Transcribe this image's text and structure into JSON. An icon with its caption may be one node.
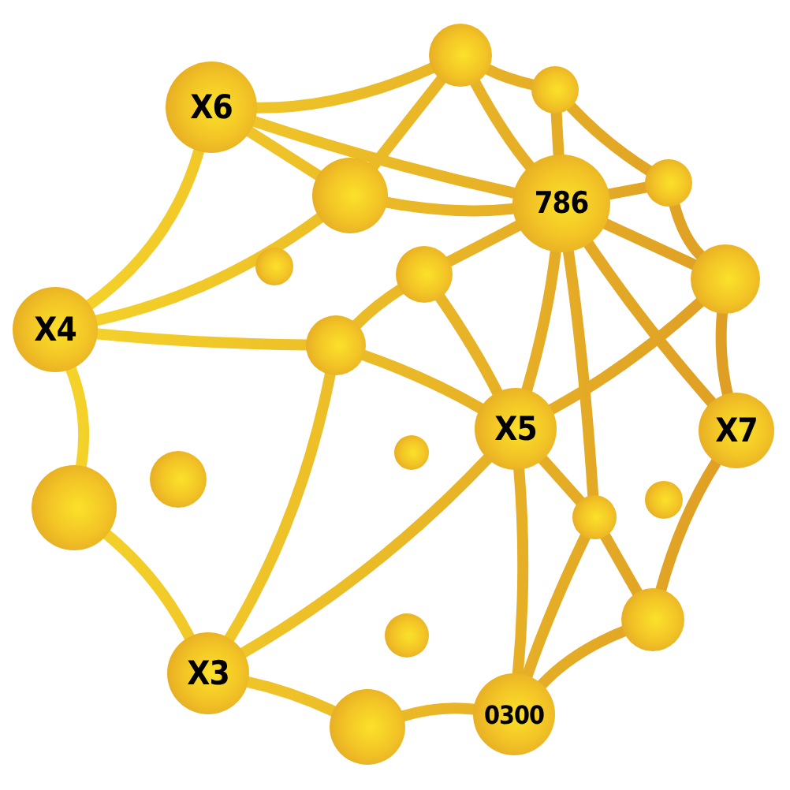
{
  "diagram": {
    "nodes": [
      {
        "text": [
          "X6"
        ]
      },
      {
        "text": [],
        "shape": "circle"
      },
      {
        "text": [],
        "shape": "circle"
      },
      {
        "text": [],
        "shape": "circle"
      },
      {
        "text": [
          "786"
        ]
      },
      {
        "text": [],
        "shape": "circle"
      },
      {
        "text": [],
        "shape": "circle"
      },
      {
        "text": [],
        "shape": "circle"
      },
      {
        "text": [],
        "shape": "circle"
      },
      {
        "text": [
          "X4"
        ]
      },
      {
        "text": [],
        "shape": "circle"
      },
      {
        "text": [
          "X5"
        ]
      },
      {
        "text": [
          "X7"
        ]
      },
      {
        "text": [],
        "shape": "circle"
      },
      {
        "text": [],
        "shape": "circle"
      },
      {
        "text": [],
        "shape": "circle"
      },
      {
        "text": [],
        "shape": "circle"
      },
      {
        "text": [],
        "shape": "circle"
      },
      {
        "text": [],
        "shape": "circle"
      },
      {
        "text": [],
        "shape": "circle"
      },
      {
        "text": [
          "X3"
        ]
      },
      {
        "text": [],
        "shape": "circle"
      },
      {
        "text": [
          "0300"
        ]
      }
    ],
    "edges": [
      {
        "from": 0,
        "to": 1,
        "arrow": "none"
      },
      {
        "from": 1,
        "to": 2,
        "arrow": "none"
      },
      {
        "from": 2,
        "to": 5,
        "arrow": "none"
      },
      {
        "from": 5,
        "to": 8,
        "arrow": "none"
      },
      {
        "from": 8,
        "to": 12,
        "arrow": "none"
      },
      {
        "from": 12,
        "to": 18,
        "arrow": "none"
      },
      {
        "from": 18,
        "to": 22,
        "arrow": "none"
      },
      {
        "from": 22,
        "to": 21,
        "arrow": "none"
      },
      {
        "from": 21,
        "to": 20,
        "arrow": "none"
      },
      {
        "from": 20,
        "to": 15,
        "arrow": "none"
      },
      {
        "from": 15,
        "to": 9,
        "arrow": "none"
      },
      {
        "from": 9,
        "to": 0,
        "arrow": "none"
      },
      {
        "from": 0,
        "to": 4,
        "arrow": "none"
      },
      {
        "from": 0,
        "to": 3,
        "arrow": "none"
      },
      {
        "from": 3,
        "to": 1,
        "arrow": "none"
      },
      {
        "from": 3,
        "to": 4,
        "arrow": "none"
      },
      {
        "from": 9,
        "to": 3,
        "arrow": "none"
      },
      {
        "from": 9,
        "to": 10,
        "arrow": "none"
      },
      {
        "from": 10,
        "to": 11,
        "arrow": "none"
      },
      {
        "from": 10,
        "to": 7,
        "arrow": "none"
      },
      {
        "from": 7,
        "to": 4,
        "arrow": "none"
      },
      {
        "from": 1,
        "to": 4,
        "arrow": "none"
      },
      {
        "from": 7,
        "to": 11,
        "arrow": "none"
      },
      {
        "from": 10,
        "to": 20,
        "arrow": "none"
      },
      {
        "from": 2,
        "to": 4,
        "arrow": "none"
      },
      {
        "from": 4,
        "to": 5,
        "arrow": "none"
      },
      {
        "from": 4,
        "to": 8,
        "arrow": "none"
      },
      {
        "from": 4,
        "to": 11,
        "arrow": "none"
      },
      {
        "from": 4,
        "to": 16,
        "arrow": "none"
      },
      {
        "from": 16,
        "to": 22,
        "arrow": "none"
      },
      {
        "from": 4,
        "to": 12,
        "arrow": "none"
      },
      {
        "from": 11,
        "to": 8,
        "arrow": "none"
      },
      {
        "from": 11,
        "to": 16,
        "arrow": "none"
      },
      {
        "from": 16,
        "to": 18,
        "arrow": "none"
      },
      {
        "from": 11,
        "to": 22,
        "arrow": "none"
      },
      {
        "from": 11,
        "to": 20,
        "arrow": "none"
      }
    ]
  }
}
